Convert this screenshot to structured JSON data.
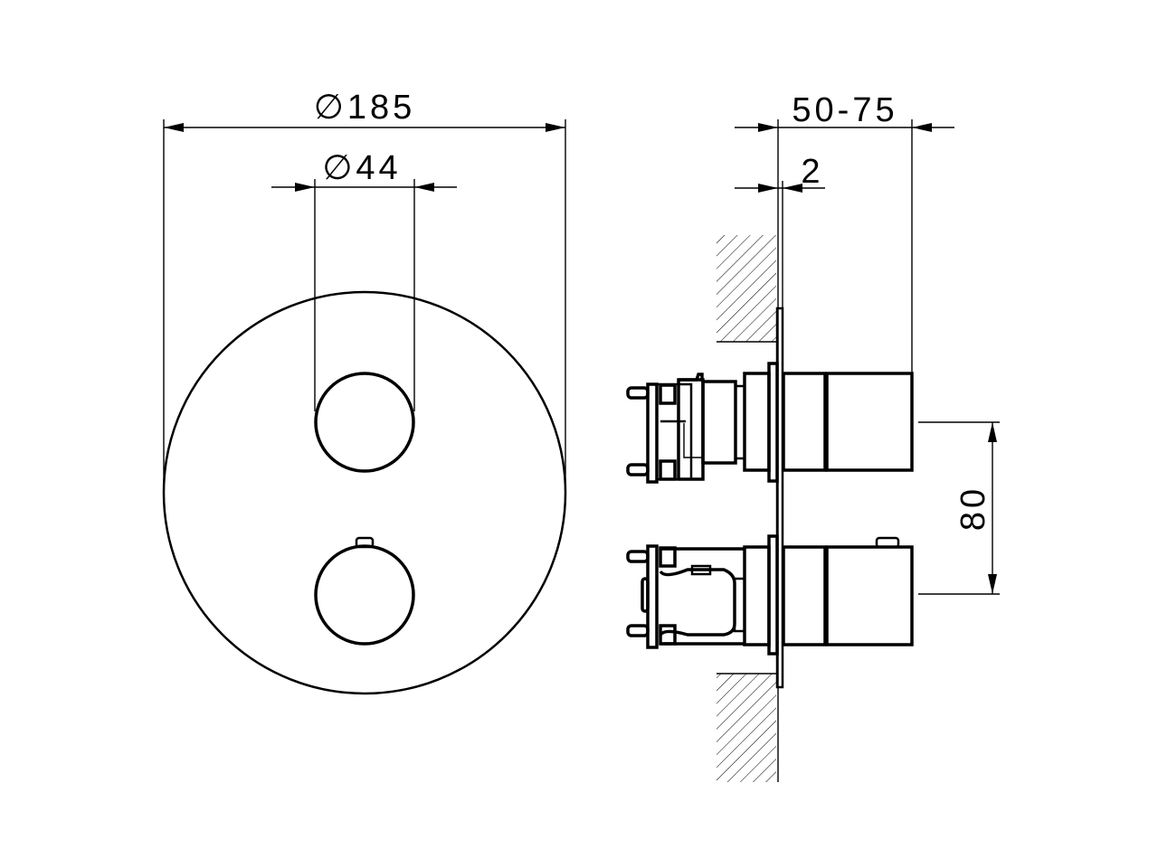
{
  "drawing": {
    "front_view": {
      "outer_diameter_label": "∅185",
      "knob_diameter_label": "∅44"
    },
    "side_view": {
      "depth_range_label": "50-75",
      "plate_thickness_label": "2",
      "knob_spacing_label": "80"
    },
    "colors": {
      "line": "#000000",
      "background": "#ffffff"
    }
  }
}
